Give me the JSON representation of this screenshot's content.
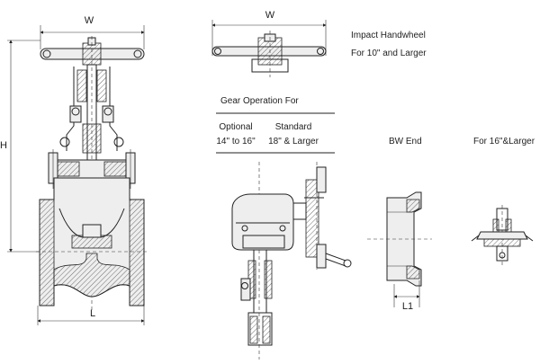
{
  "dimensions": {
    "w_main": "W",
    "h_main": "H",
    "l_main": "L",
    "w_impact": "W",
    "l1_bw": "L1"
  },
  "impact_handwheel": {
    "title": "Impact Handwheel",
    "note": "For 10\" and Larger"
  },
  "gear_operation": {
    "title": "Gear Operation For",
    "optional_label": "Optional",
    "optional_size": "14\" to 16\"",
    "standard_label": "Standard",
    "standard_size": "18\" & Larger"
  },
  "bw_end": {
    "title": "BW End"
  },
  "large_sizes": {
    "title": "For 16\"&Larger"
  }
}
